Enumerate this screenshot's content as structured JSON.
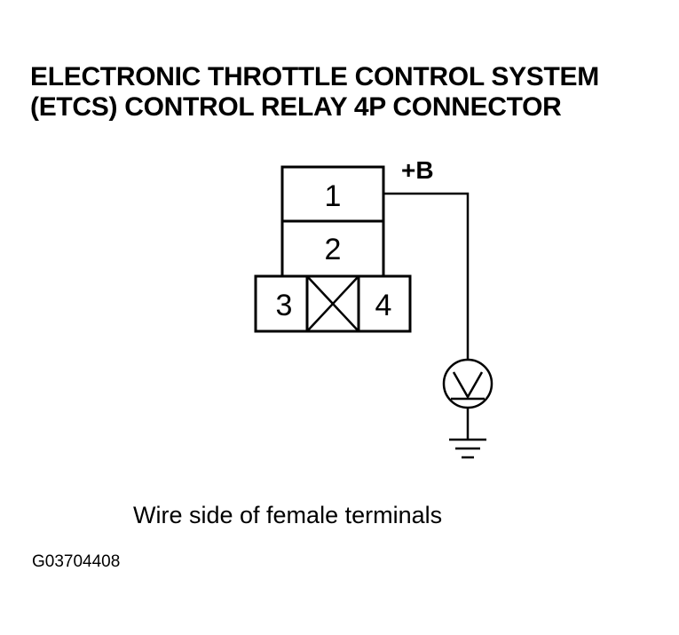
{
  "title": {
    "line1": "ELECTRONIC THROTTLE CONTROL SYSTEM",
    "line2": "(ETCS) CONTROL RELAY 4P CONNECTOR"
  },
  "connector": {
    "terminals": {
      "t1": "1",
      "t2": "2",
      "t3": "3",
      "t4": "4"
    },
    "unused_cavity": "crossed-out-cavity"
  },
  "probe": {
    "label": "+B",
    "meter_icon": "voltmeter-icon",
    "ground_icon": "ground-icon"
  },
  "caption": "Wire side of female terminals",
  "figure_id": "G03704408"
}
